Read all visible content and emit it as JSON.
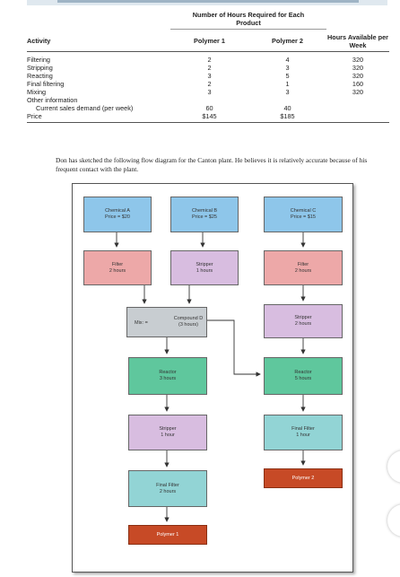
{
  "table": {
    "group_header": "Number of Hours Required for Each Product",
    "columns": [
      "Activity",
      "Polymer 1",
      "Polymer 2",
      "Hours Available per Week"
    ],
    "rows": [
      {
        "activity": "Filtering",
        "p1": "2",
        "p2": "4",
        "avail": "320"
      },
      {
        "activity": "Stripping",
        "p1": "2",
        "p2": "3",
        "avail": "320"
      },
      {
        "activity": "Reacting",
        "p1": "3",
        "p2": "5",
        "avail": "320"
      },
      {
        "activity": "Final filtering",
        "p1": "2",
        "p2": "1",
        "avail": "160"
      },
      {
        "activity": "Mixing",
        "p1": "3",
        "p2": "3",
        "avail": "320"
      }
    ],
    "other_label": "Other information",
    "demand": {
      "label": "Current sales demand (per week)",
      "p1": "60",
      "p2": "40"
    },
    "price": {
      "label": "Price",
      "p1": "$145",
      "p2": "$185"
    }
  },
  "paragraph": "Don has sketched the following flow diagram for the Canton plant. He believes it is relatively accurate because of his frequent contact with the plant.",
  "diagram": {
    "chem_a": {
      "line1": "Chemical A",
      "line2": "Price = $20"
    },
    "chem_b": {
      "line1": "Chemical B",
      "line2": "Price = $25"
    },
    "chem_c": {
      "line1": "Chemical C",
      "line2": "Price = $15"
    },
    "filter_left": {
      "line1": "Filter",
      "line2": "2 hours"
    },
    "stripper_mid": {
      "line1": "Stripper",
      "line2": "1 hours"
    },
    "filter_right": {
      "line1": "Filter",
      "line2": "2 hours"
    },
    "mix": {
      "label": "Mix: =",
      "line1": "Compound D",
      "line2": "(3 hours)"
    },
    "stripper_right": {
      "line1": "Stripper",
      "line2": "2 hours"
    },
    "reactor_left": {
      "line1": "Reactor",
      "line2": "3 hours"
    },
    "reactor_right": {
      "line1": "Reactor",
      "line2": "5 hours"
    },
    "stripper_left": {
      "line1": "Stripper",
      "line2": "1 hour"
    },
    "final_filter_right": {
      "line1": "Final Filter",
      "line2": "1 hour"
    },
    "polymer2": "Polymer 2",
    "final_filter_left": {
      "line1": "Final Filter",
      "line2": "2 hours"
    },
    "polymer1": "Polymer 1"
  },
  "colors": {
    "blue": "#8ec6ea",
    "pink": "#eda8a8",
    "lilac": "#d8bde0",
    "grey": "#c8cdd1",
    "green": "#5fc79d",
    "teal": "#92d4d5",
    "red": "#c74a26"
  }
}
